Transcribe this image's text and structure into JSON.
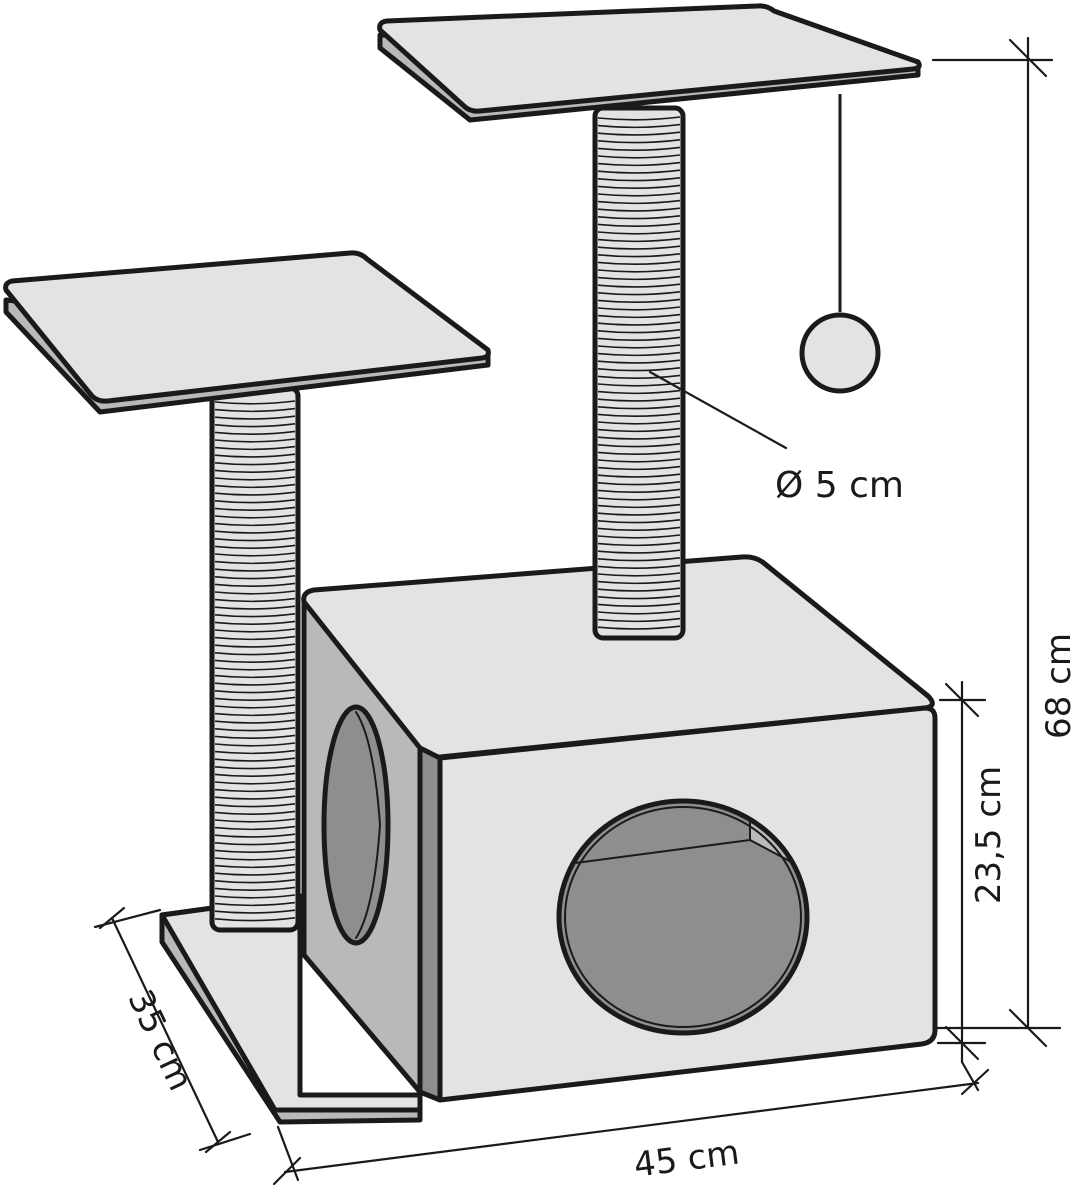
{
  "colors": {
    "outline": "#1a1a1a",
    "light_fill": "#e3e3e3",
    "mid_fill": "#b9b9b9",
    "dark_fill": "#8e8e8e",
    "background": "#ffffff"
  },
  "dimensions": {
    "post_diameter": "Ø 5 cm",
    "total_height": "68 cm",
    "box_height": "23,5 cm",
    "depth": "35 cm",
    "width": "45 cm"
  }
}
